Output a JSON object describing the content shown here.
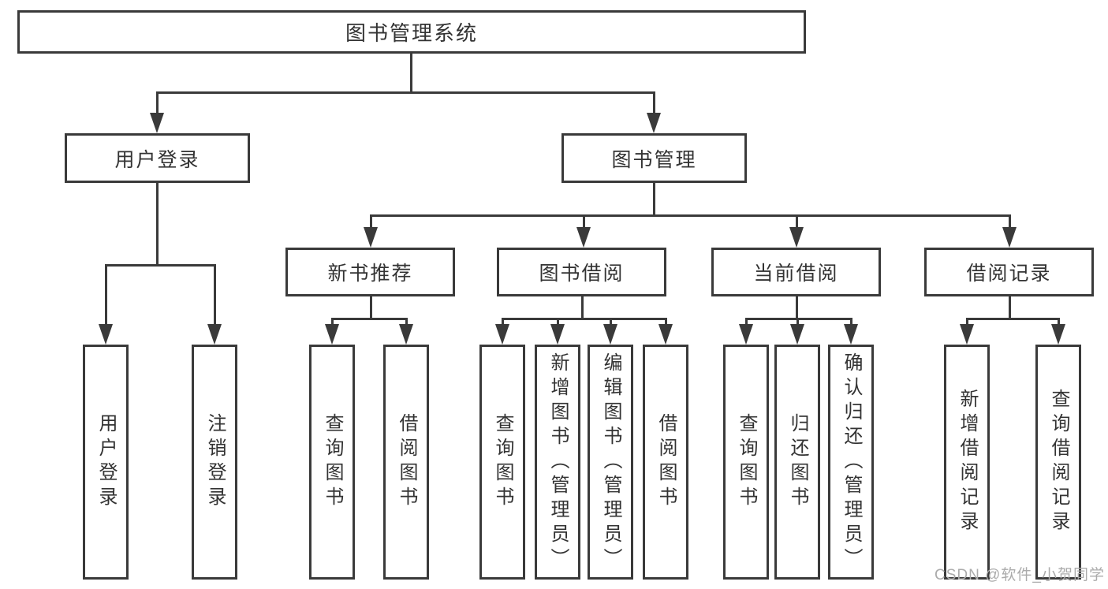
{
  "diagram": {
    "type": "hierarchy",
    "colors": {
      "line": "#3a3a3a",
      "box_border": "#3a3a3a",
      "text": "#333333",
      "background": "#ffffff",
      "watermark": "#ababab"
    },
    "root": {
      "label": "图书管理系统"
    },
    "login": {
      "label": "用户登录",
      "children": [
        {
          "label": "用户登录"
        },
        {
          "label": "注销登录"
        }
      ]
    },
    "management": {
      "label": "图书管理",
      "sections": [
        {
          "label": "新书推荐",
          "children": [
            {
              "label": "查询图书"
            },
            {
              "label": "借阅图书"
            }
          ]
        },
        {
          "label": "图书借阅",
          "children": [
            {
              "label": "查询图书"
            },
            {
              "label": "新增图书（管理员）"
            },
            {
              "label": "编辑图书（管理员）"
            },
            {
              "label": "借阅图书"
            }
          ]
        },
        {
          "label": "当前借阅",
          "children": [
            {
              "label": "查询图书"
            },
            {
              "label": "归还图书"
            },
            {
              "label": "确认归还（管理员）"
            }
          ]
        },
        {
          "label": "借阅记录",
          "children": [
            {
              "label": "新增借阅记录"
            },
            {
              "label": "查询借阅记录"
            }
          ]
        }
      ]
    },
    "watermark": "CSDN @软件_小贺同学"
  }
}
